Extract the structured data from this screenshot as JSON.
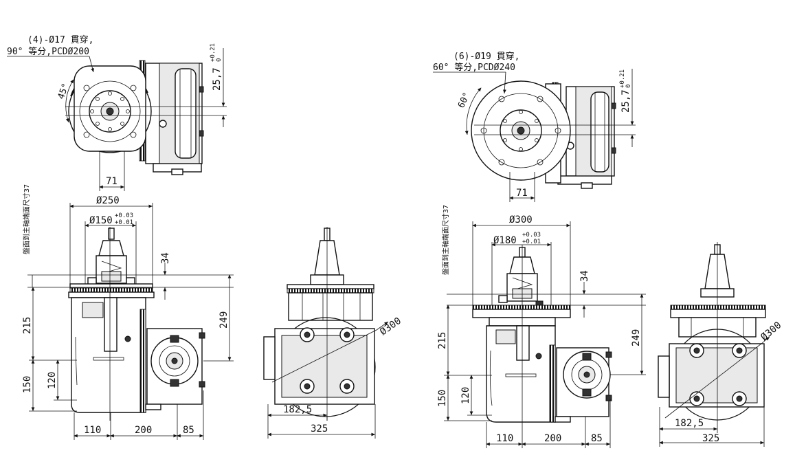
{
  "left_drawing": {
    "top_view": {
      "bolt_note_line1": "(4)-Ø17 貫穿,",
      "bolt_note_line2": "90° 等分,PCDØ200",
      "angle_label": "45°",
      "offset_dim": "25,7",
      "offset_tol_upper": "+0.21",
      "offset_tol_lower": "0",
      "width_dim": "71"
    },
    "side_view": {
      "vertical_note": "盤面到主軸端面尺寸37",
      "dia_outer": "Ø250",
      "dia_inner": "Ø150",
      "dia_inner_tol_upper": "+0.03",
      "dia_inner_tol_lower": "+0.01",
      "dim_34": "34",
      "dim_215": "215",
      "dim_249": "249",
      "dim_150": "150",
      "dim_120": "120",
      "dim_110": "110",
      "dim_200": "200",
      "dim_85": "85"
    },
    "end_view": {
      "dia": "Ø300",
      "dim_182": "182,5",
      "dim_325": "325"
    }
  },
  "right_drawing": {
    "top_view": {
      "bolt_note_line1": "(6)-Ø19 貫穿,",
      "bolt_note_line2": "60° 等分,PCDØ240",
      "angle_label": "60°",
      "offset_dim": "25,7",
      "offset_tol_upper": "+0.21",
      "offset_tol_lower": "0",
      "width_dim": "71"
    },
    "side_view": {
      "vertical_note": "盤面到主軸端面尺寸37",
      "dia_outer": "Ø300",
      "dia_inner": "Ø180",
      "dia_inner_tol_upper": "+0.03",
      "dia_inner_tol_lower": "+0.01",
      "dim_34": "34",
      "dim_215": "215",
      "dim_249": "249",
      "dim_150": "150",
      "dim_120": "120",
      "dim_110": "110",
      "dim_200": "200",
      "dim_85": "85"
    },
    "end_view": {
      "dia": "Ø300",
      "dim_182": "182,5",
      "dim_325": "325"
    }
  }
}
